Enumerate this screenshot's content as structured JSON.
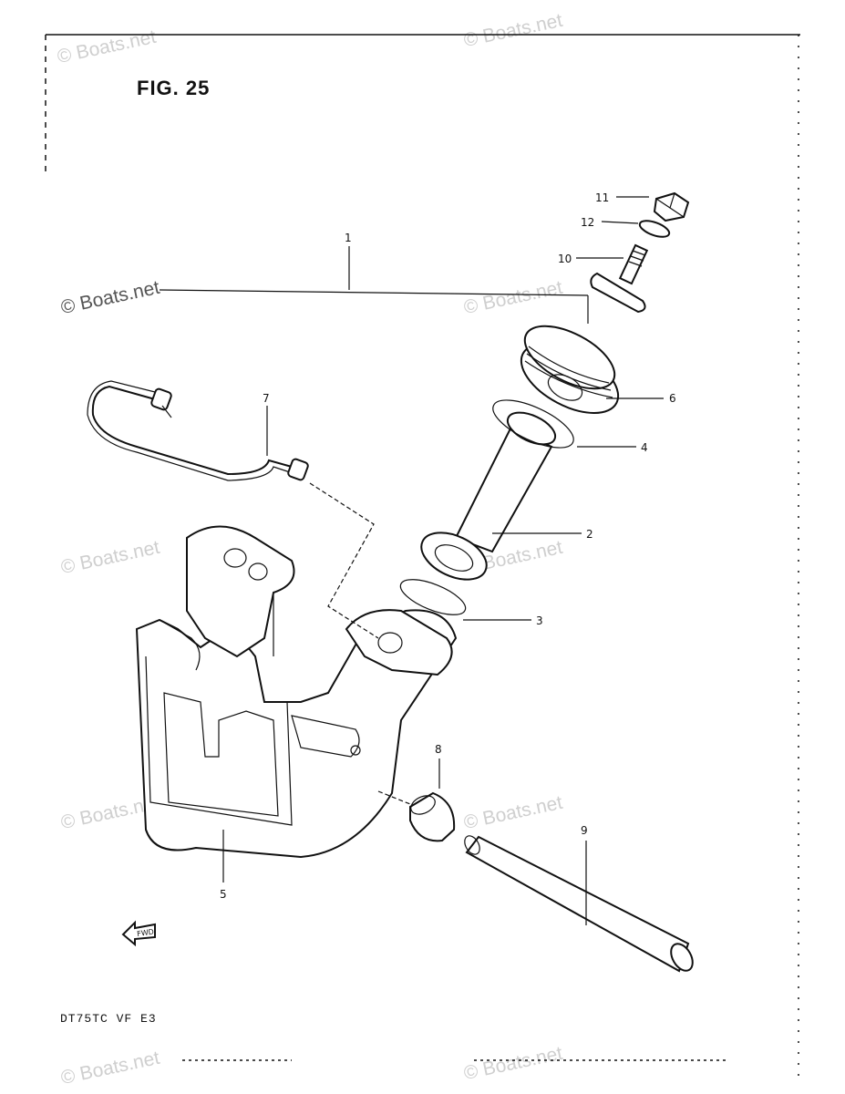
{
  "figure": {
    "title": "FIG. 25",
    "model_code": "DT75TC  VF  E3"
  },
  "watermark_text": "© Boats.net",
  "callouts": [
    {
      "id": "1",
      "label": "1"
    },
    {
      "id": "2",
      "label": "2"
    },
    {
      "id": "3",
      "label": "3"
    },
    {
      "id": "4",
      "label": "4"
    },
    {
      "id": "5",
      "label": "5"
    },
    {
      "id": "6",
      "label": "6"
    },
    {
      "id": "7",
      "label": "7"
    },
    {
      "id": "8",
      "label": "8"
    },
    {
      "id": "9",
      "label": "9"
    },
    {
      "id": "10",
      "label": "10"
    },
    {
      "id": "11",
      "label": "11"
    },
    {
      "id": "12",
      "label": "12"
    }
  ],
  "fwd_marker": {
    "text": "FWD"
  },
  "colors": {
    "line": "#111111",
    "watermark": "#cfcfcf",
    "background": "#ffffff"
  }
}
